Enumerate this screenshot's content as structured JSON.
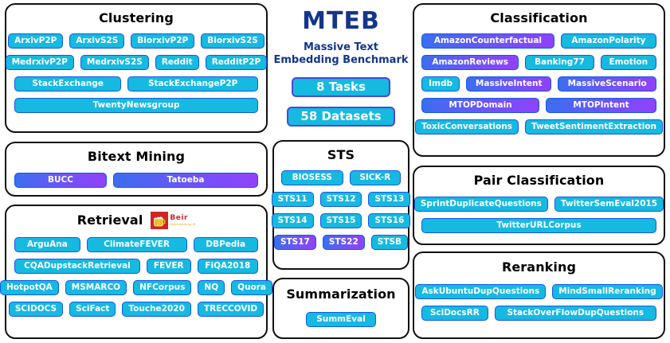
{
  "center": {
    "title": "MTEB",
    "subtitle_line1": "Massive Text",
    "subtitle_line2": "Embedding Benchmark",
    "tasks_label": "8 Tasks",
    "datasets_label": "58 Datasets",
    "title_color": "#13358c"
  },
  "colors": {
    "pill_solid_fill": "#16b9e0",
    "pill_border": "#1357e8",
    "pill_gradient_start": "#3b6ef0",
    "pill_gradient_end": "#9141fb",
    "box_border": "#111111",
    "text_on_pill": "#ffffff",
    "beir_red": "#cf2525",
    "beir_gold": "#e8b32a"
  },
  "beir_logo": {
    "name": "Beir",
    "tagline": "benchmarking IR",
    "icon": "beer-mug-icon"
  },
  "sections": {
    "clustering": {
      "title": "Clustering",
      "rows": [
        [
          {
            "label": "ArxivP2P",
            "style": "solid"
          },
          {
            "label": "ArxivS2S",
            "style": "solid"
          },
          {
            "label": "BiorxivP2P",
            "style": "solid"
          },
          {
            "label": "BiorxivS2S",
            "style": "solid"
          }
        ],
        [
          {
            "label": "MedrxivP2P",
            "style": "solid"
          },
          {
            "label": "MedrxivS2S",
            "style": "solid"
          },
          {
            "label": "Reddit",
            "style": "solid"
          },
          {
            "label": "RedditP2P",
            "style": "solid"
          }
        ],
        [
          {
            "label": "StackExchange",
            "style": "solid"
          },
          {
            "label": "StackExchangeP2P",
            "style": "solid"
          }
        ],
        [
          {
            "label": "TwentyNewsgroup",
            "style": "solid"
          }
        ]
      ]
    },
    "bitext_mining": {
      "title": "Bitext Mining",
      "rows": [
        [
          {
            "label": "BUCC",
            "style": "gradient"
          },
          {
            "label": "Tatoeba",
            "style": "gradient"
          }
        ]
      ]
    },
    "retrieval": {
      "title": "Retrieval",
      "rows": [
        [
          {
            "label": "ArguAna",
            "style": "solid"
          },
          {
            "label": "ClimateFEVER",
            "style": "solid"
          },
          {
            "label": "DBPedia",
            "style": "solid"
          }
        ],
        [
          {
            "label": "CQADupstackRetrieval",
            "style": "solid"
          },
          {
            "label": "FEVER",
            "style": "solid"
          },
          {
            "label": "FiQA2018",
            "style": "solid"
          }
        ],
        [
          {
            "label": "HotpotQA",
            "style": "solid"
          },
          {
            "label": "MSMARCO",
            "style": "solid"
          },
          {
            "label": "NFCorpus",
            "style": "solid"
          },
          {
            "label": "NQ",
            "style": "solid"
          },
          {
            "label": "Quora",
            "style": "solid"
          }
        ],
        [
          {
            "label": "SCIDOCS",
            "style": "solid"
          },
          {
            "label": "SciFact",
            "style": "solid"
          },
          {
            "label": "Touche2020",
            "style": "solid"
          },
          {
            "label": "TRECCOVID",
            "style": "solid"
          }
        ]
      ]
    },
    "sts": {
      "title": "STS",
      "rows": [
        [
          {
            "label": "BIOSESS",
            "style": "solid"
          },
          {
            "label": "SICK-R",
            "style": "solid"
          }
        ],
        [
          {
            "label": "STS11",
            "style": "solid"
          },
          {
            "label": "STS12",
            "style": "solid"
          },
          {
            "label": "STS13",
            "style": "solid"
          }
        ],
        [
          {
            "label": "STS14",
            "style": "solid"
          },
          {
            "label": "STS15",
            "style": "solid"
          },
          {
            "label": "STS16",
            "style": "solid"
          }
        ],
        [
          {
            "label": "STS17",
            "style": "gradient"
          },
          {
            "label": "STS22",
            "style": "gradient"
          },
          {
            "label": "STSB",
            "style": "solid"
          }
        ]
      ]
    },
    "summarization": {
      "title": "Summarization",
      "rows": [
        [
          {
            "label": "SummEval",
            "style": "solid"
          }
        ]
      ]
    },
    "classification": {
      "title": "Classification",
      "rows": [
        [
          {
            "label": "AmazonCounterfactual",
            "style": "gradient"
          },
          {
            "label": "AmazonPolarity",
            "style": "solid"
          }
        ],
        [
          {
            "label": "AmazonReviews",
            "style": "gradient"
          },
          {
            "label": "Banking77",
            "style": "solid"
          },
          {
            "label": "Emotion",
            "style": "solid"
          }
        ],
        [
          {
            "label": "Imdb",
            "style": "solid"
          },
          {
            "label": "MassiveIntent",
            "style": "gradient"
          },
          {
            "label": "MassiveScenario",
            "style": "gradient"
          }
        ],
        [
          {
            "label": "MTOPDomain",
            "style": "gradient"
          },
          {
            "label": "MTOPIntent",
            "style": "gradient"
          }
        ],
        [
          {
            "label": "ToxicConversations",
            "style": "solid"
          },
          {
            "label": "TweetSentimentExtraction",
            "style": "solid"
          }
        ]
      ]
    },
    "pair_classification": {
      "title": "Pair Classification",
      "rows": [
        [
          {
            "label": "SprintDuplicateQuestions",
            "style": "solid"
          },
          {
            "label": "TwitterSemEval2015",
            "style": "solid"
          }
        ],
        [
          {
            "label": "TwitterURLCorpus",
            "style": "solid"
          }
        ]
      ]
    },
    "reranking": {
      "title": "Reranking",
      "rows": [
        [
          {
            "label": "AskUbuntuDupQuestions",
            "style": "solid"
          },
          {
            "label": "MindSmallReranking",
            "style": "solid"
          }
        ],
        [
          {
            "label": "SciDocsRR",
            "style": "solid"
          },
          {
            "label": "StackOverFlowDupQuestions",
            "style": "solid"
          }
        ]
      ]
    }
  }
}
